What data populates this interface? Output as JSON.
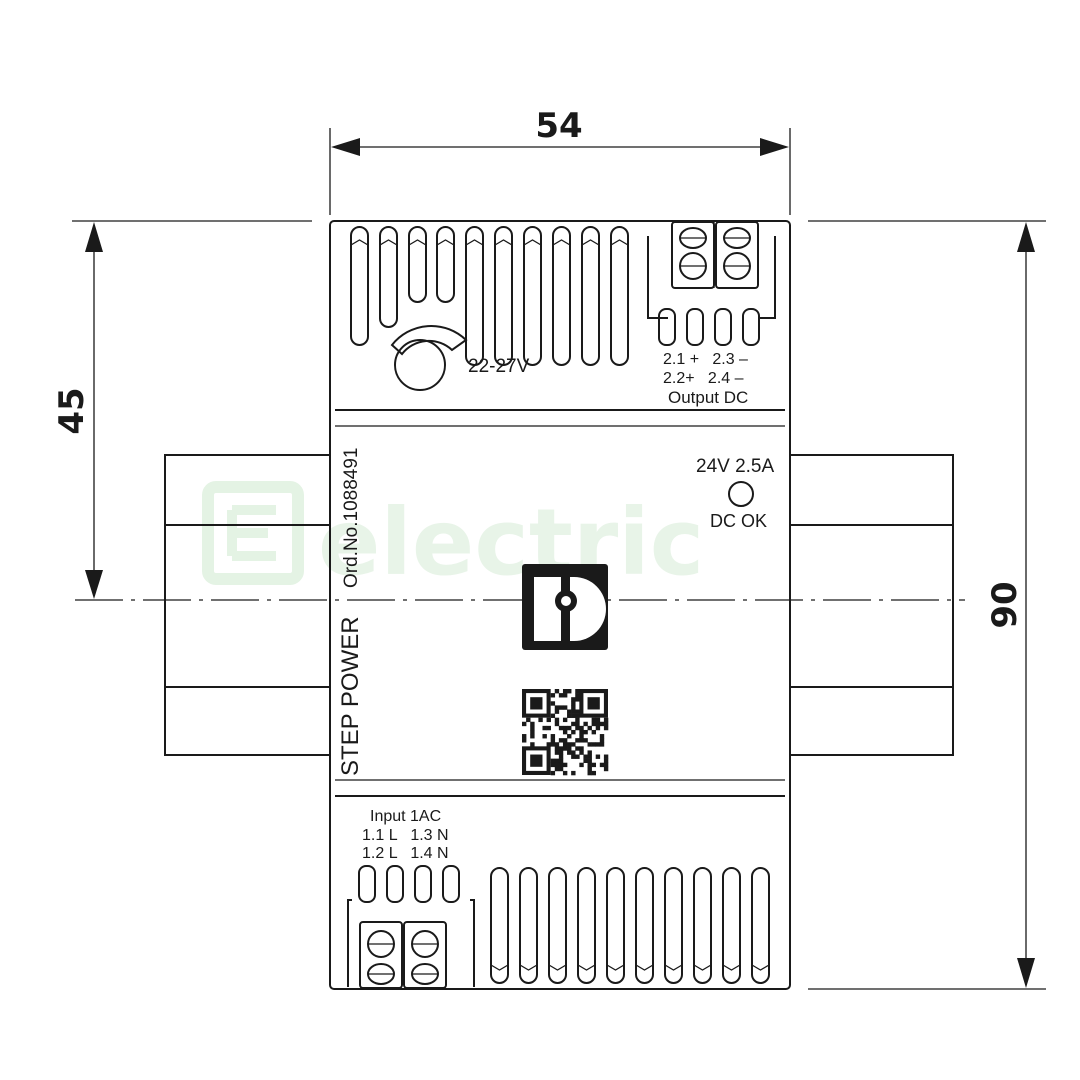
{
  "dimensions": {
    "width": "54",
    "half_height": "45",
    "height": "90"
  },
  "top_panel": {
    "adjust_range": "22-27V",
    "terminal_row1": "2.1 +   2.3 –",
    "terminal_row2": "2.2+   2.4 –",
    "output_label": "Output DC"
  },
  "front": {
    "rating": "24V 2.5A",
    "led_label": "DC OK",
    "product_name": "STEP POWER",
    "order_number": "Ord.No.1088491",
    "logo": "phoenix-contact-logo",
    "qr_code": "qr-code"
  },
  "bottom_panel": {
    "input_label": "Input 1AC",
    "terminal_row1": "1.1 L   1.3 N",
    "terminal_row2": "1.2 L   1.4 N"
  },
  "watermark": "electric"
}
